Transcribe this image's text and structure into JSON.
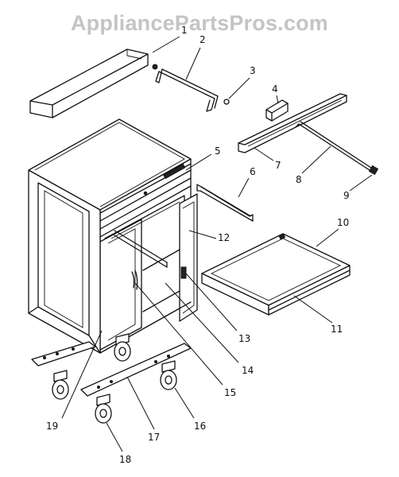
{
  "watermark": "AppliancePartsPros.com",
  "callouts": [
    {
      "id": "c1",
      "text": "1"
    },
    {
      "id": "c2",
      "text": "2"
    },
    {
      "id": "c3",
      "text": "3"
    },
    {
      "id": "c4",
      "text": "4"
    },
    {
      "id": "c5",
      "text": "5"
    },
    {
      "id": "c6",
      "text": "6"
    },
    {
      "id": "c7",
      "text": "7"
    },
    {
      "id": "c8",
      "text": "8"
    },
    {
      "id": "c9",
      "text": "9"
    },
    {
      "id": "c10",
      "text": "10"
    },
    {
      "id": "c11",
      "text": "11"
    },
    {
      "id": "c12",
      "text": "12"
    },
    {
      "id": "c13",
      "text": "13"
    },
    {
      "id": "c14",
      "text": "14"
    },
    {
      "id": "c15",
      "text": "15"
    },
    {
      "id": "c16",
      "text": "16"
    },
    {
      "id": "c17",
      "text": "17"
    },
    {
      "id": "c18",
      "text": "18"
    },
    {
      "id": "c19",
      "text": "19"
    }
  ]
}
